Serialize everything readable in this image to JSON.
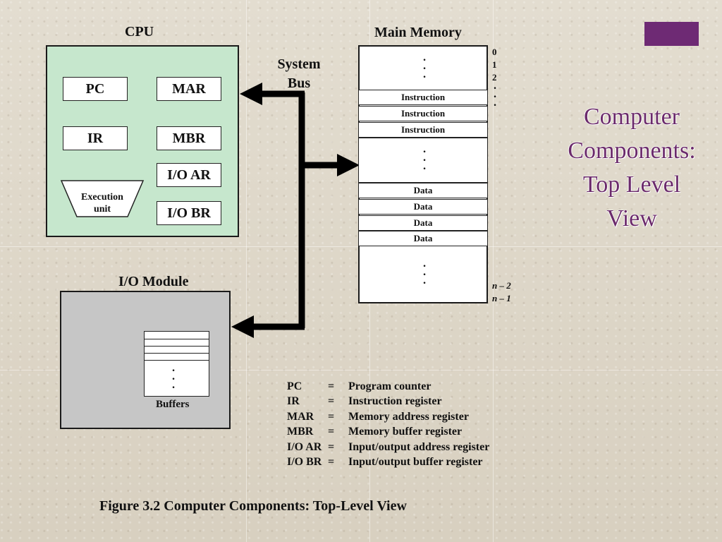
{
  "title": {
    "lines": [
      "Computer",
      "Components:",
      "Top Level",
      "View"
    ],
    "color": "#6b2a6b"
  },
  "accent_color": "#6e2a74",
  "cpu": {
    "label": "CPU",
    "registers": {
      "pc": "PC",
      "mar": "MAR",
      "ir": "IR",
      "mbr": "MBR",
      "ioar": "I/O AR",
      "iobr": "I/O BR"
    },
    "execution_unit": [
      "Execution",
      "unit"
    ],
    "fill": "#c6e7cd"
  },
  "bus": {
    "line1": "System",
    "line2": "Bus"
  },
  "main_memory": {
    "label": "Main Memory",
    "cells": {
      "instruction": [
        "Instruction",
        "Instruction",
        "Instruction"
      ],
      "data": [
        "Data",
        "Data",
        "Data",
        "Data"
      ]
    },
    "addresses": {
      "a0": "0",
      "a1": "1",
      "a2": "2",
      "n2": "n – 2",
      "n1": "n – 1"
    }
  },
  "io_module": {
    "label": "I/O Module",
    "buffers_label": "Buffers",
    "fill": "#c6c6c6"
  },
  "legend": [
    {
      "abbr": "PC",
      "eq": "=",
      "desc": "Program counter"
    },
    {
      "abbr": "IR",
      "eq": "=",
      "desc": "Instruction register"
    },
    {
      "abbr": "MAR",
      "eq": "=",
      "desc": "Memory address register"
    },
    {
      "abbr": "MBR",
      "eq": "=",
      "desc": "Memory buffer register"
    },
    {
      "abbr": "I/O AR",
      "eq": "=",
      "desc": "Input/output address register"
    },
    {
      "abbr": "I/O BR",
      "eq": "=",
      "desc": "Input/output buffer register"
    }
  ],
  "caption": "Figure 3.2  Computer Components: Top-Level View"
}
